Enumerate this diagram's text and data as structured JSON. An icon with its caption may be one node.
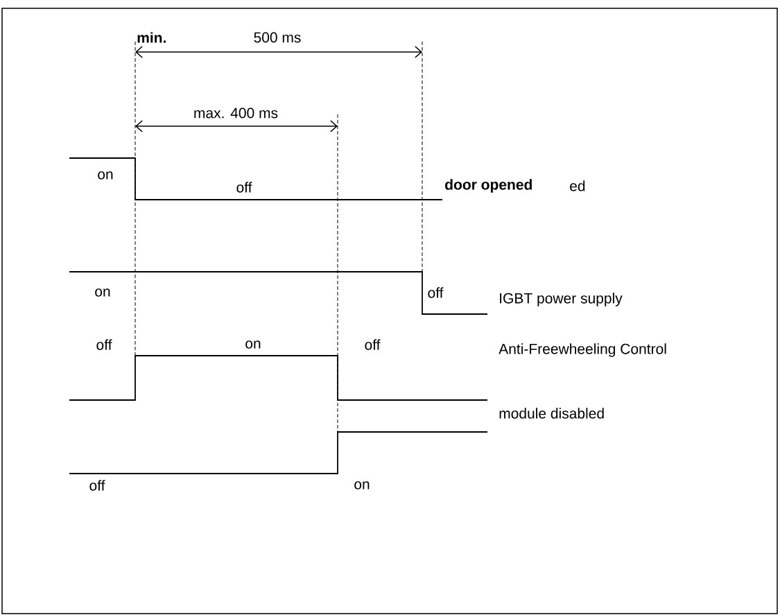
{
  "diagram": {
    "labels": [
      "min.",
      "500 ms",
      "max. 400 ms",
      "on",
      "off",
      "door opened",
      "ed",
      "on",
      "off",
      "IGBT power supply",
      "off",
      "on",
      "off",
      "Anti-Freewheeling Control",
      "module disabled",
      "off",
      "on"
    ]
  }
}
